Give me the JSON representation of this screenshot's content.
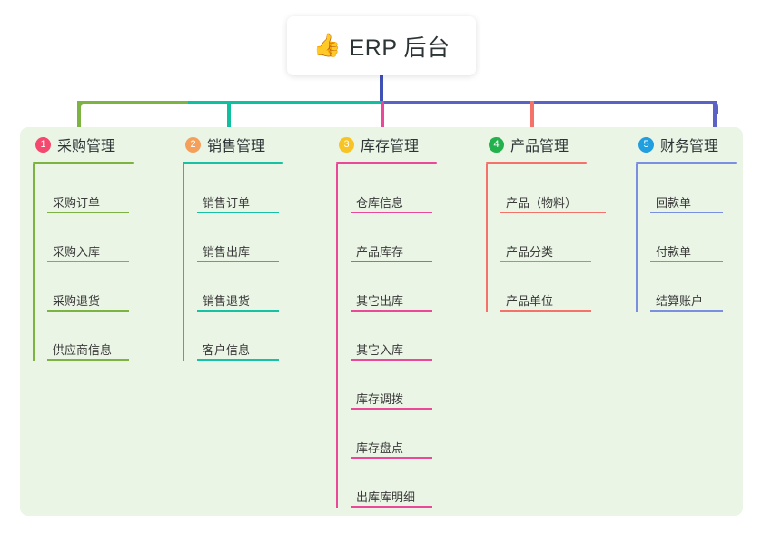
{
  "root": {
    "icon": "👍",
    "icon_name": "thumbs-up-icon",
    "title": "ERP 后台"
  },
  "theme": {
    "panel_bg": "#eaf5e6",
    "page_bg": "#ffffff",
    "root_stem": "#3f51b5",
    "text": "#2d3436"
  },
  "columns": [
    {
      "number": "1",
      "title": "采购管理",
      "badge_color": "#f5486e",
      "line_color": "#7cb342",
      "items": [
        {
          "label": "采购订单"
        },
        {
          "label": "采购入库"
        },
        {
          "label": "采购退货"
        },
        {
          "label": "供应商信息"
        }
      ]
    },
    {
      "number": "2",
      "title": "销售管理",
      "badge_color": "#f5a05a",
      "line_color": "#16c2a3",
      "items": [
        {
          "label": "销售订单"
        },
        {
          "label": "销售出库"
        },
        {
          "label": "销售退货"
        },
        {
          "label": "客户信息"
        }
      ]
    },
    {
      "number": "3",
      "title": "库存管理",
      "badge_color": "#f7c325",
      "line_color": "#ec4899",
      "items": [
        {
          "label": "仓库信息"
        },
        {
          "label": "产品库存"
        },
        {
          "label": "其它出库"
        },
        {
          "label": "其它入库"
        },
        {
          "label": "库存调拨"
        },
        {
          "label": "库存盘点"
        },
        {
          "label": "出库库明细"
        }
      ]
    },
    {
      "number": "4",
      "title": "产品管理",
      "badge_color": "#22b14c",
      "line_color": "#f5726a",
      "items": [
        {
          "label": "产品（物料）",
          "wide": true
        },
        {
          "label": "产品分类"
        },
        {
          "label": "产品单位"
        }
      ]
    },
    {
      "number": "5",
      "title": "财务管理",
      "badge_color": "#1f9fe0",
      "line_color": "#7a8fe0",
      "items": [
        {
          "label": "回款单"
        },
        {
          "label": "付款单"
        },
        {
          "label": "结算账户"
        }
      ]
    }
  ]
}
